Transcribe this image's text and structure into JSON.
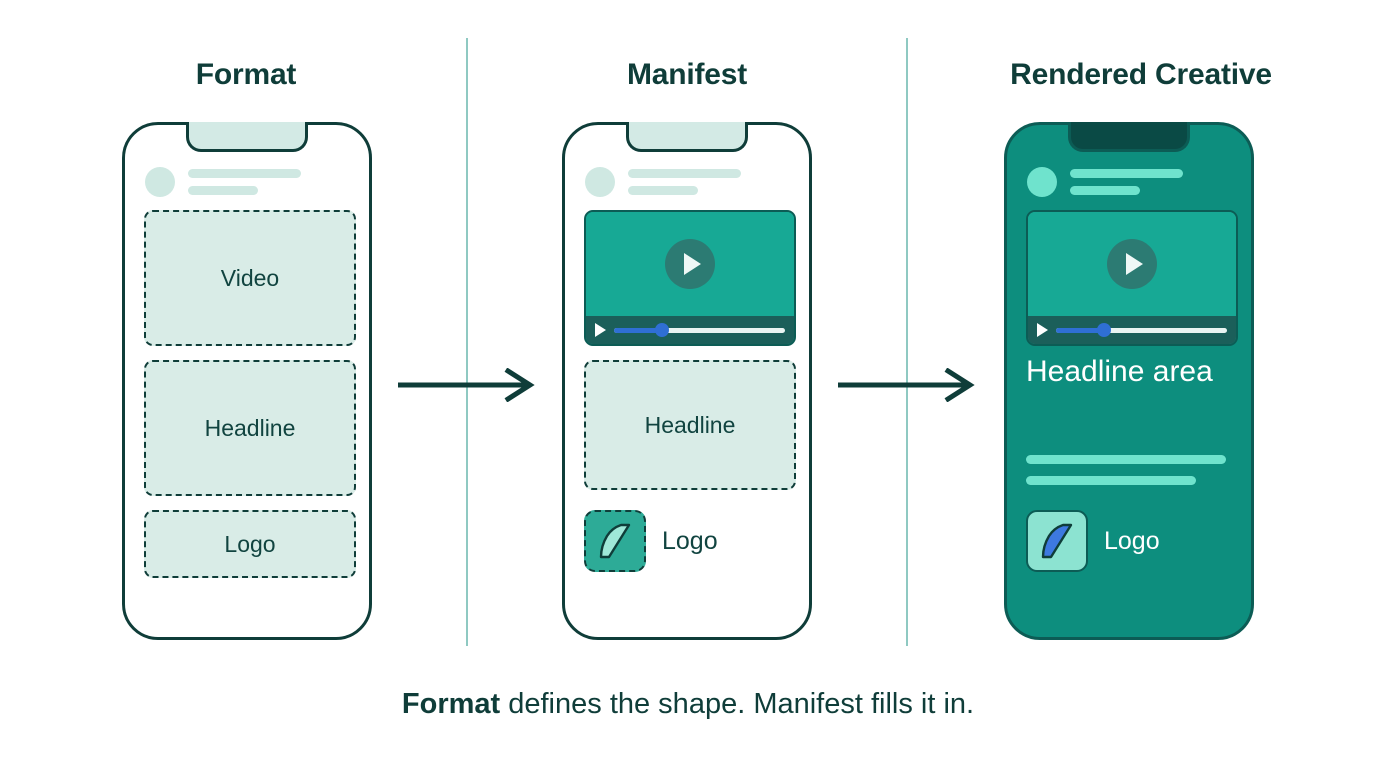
{
  "columns": [
    {
      "title": "Format",
      "phone_style": "outline",
      "slots": [
        {
          "label": "Video"
        },
        {
          "label": "Headline"
        },
        {
          "label": "Logo"
        }
      ]
    },
    {
      "title": "Manifest",
      "phone_style": "outline",
      "video": {
        "play_icon": "play-icon",
        "progress_percent": 28
      },
      "headline_slot_label": "Headline",
      "logo_label": "Logo",
      "logo_mark": "slash-parallelogram-icon"
    },
    {
      "title": "Rendered Creative",
      "phone_style": "filled",
      "video": {
        "play_icon": "play-icon",
        "progress_percent": 28
      },
      "headline_text": "Headline area",
      "logo_label": "Logo",
      "logo_mark": "slash-parallelogram-icon"
    }
  ],
  "arrows": [
    {
      "name": "arrow-format-to-manifest"
    },
    {
      "name": "arrow-manifest-to-rendered"
    }
  ],
  "caption": {
    "bold_part": "Format",
    "rest": " defines the shape. Manifest fills it in."
  },
  "colors": {
    "dark_teal": "#0f3d39",
    "teal": "#0d8e7e",
    "video_teal": "#17a995",
    "mint_fill": "#d9ece7",
    "bright_mint": "#6fe3cd",
    "progress_blue": "#2f6fd4",
    "divider": "#8fc9c2",
    "white": "#ffffff"
  }
}
